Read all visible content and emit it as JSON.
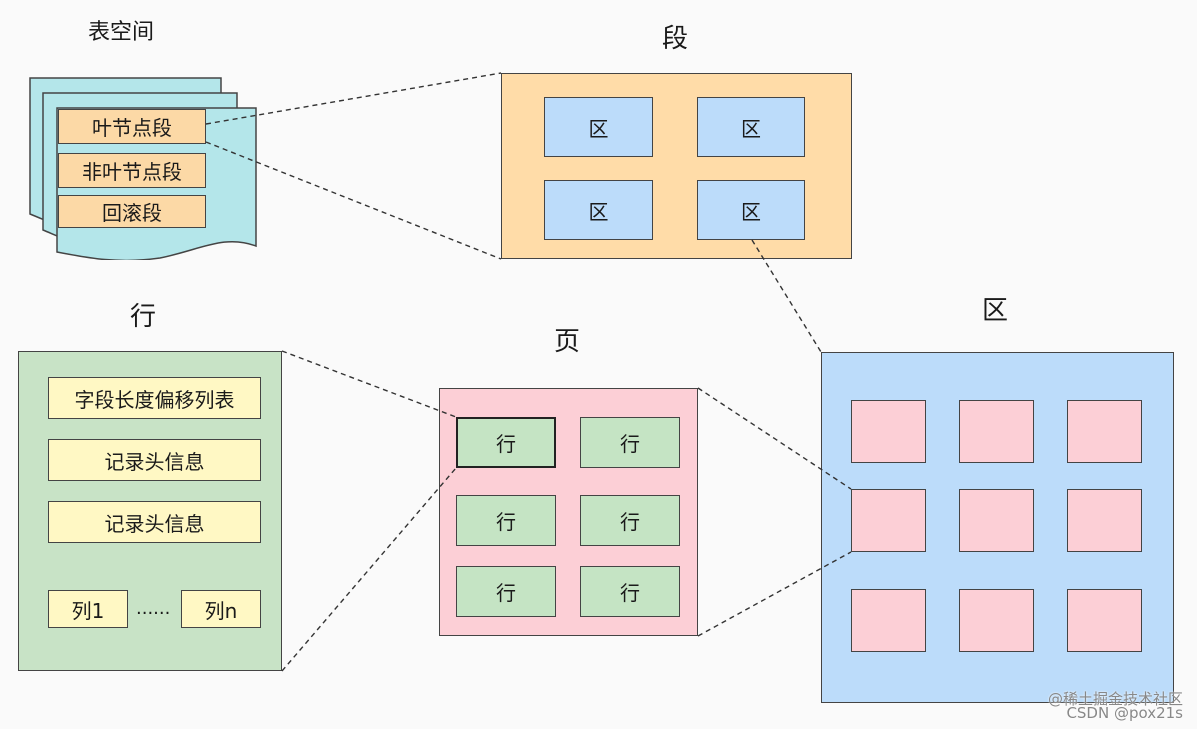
{
  "tablespace": {
    "title": "表空间",
    "segments": [
      "叶节点段",
      "非叶节点段",
      "回滚段"
    ]
  },
  "segment": {
    "title": "段",
    "extent_label": "区",
    "extents": [
      "区",
      "区",
      "区",
      "区"
    ]
  },
  "extent": {
    "title": "区"
  },
  "page": {
    "title": "页",
    "rows": [
      "行",
      "行",
      "行",
      "行",
      "行",
      "行"
    ]
  },
  "row": {
    "title": "行",
    "fields": [
      "字段长度偏移列表",
      "记录头信息",
      "记录头信息"
    ],
    "col_first": "列1",
    "ellipsis": "......",
    "col_last": "列n"
  },
  "watermark": {
    "line1": "@稀土掘金技术社区",
    "line2": "CSDN @pox21s"
  },
  "colors": {
    "segment": "#ffdca8",
    "extent": "#bcdcfa",
    "page": "#fccfd6",
    "row": "#c5e4c4",
    "field": "#fff8c4",
    "tablespace_sheet": "#b4e6ea"
  }
}
